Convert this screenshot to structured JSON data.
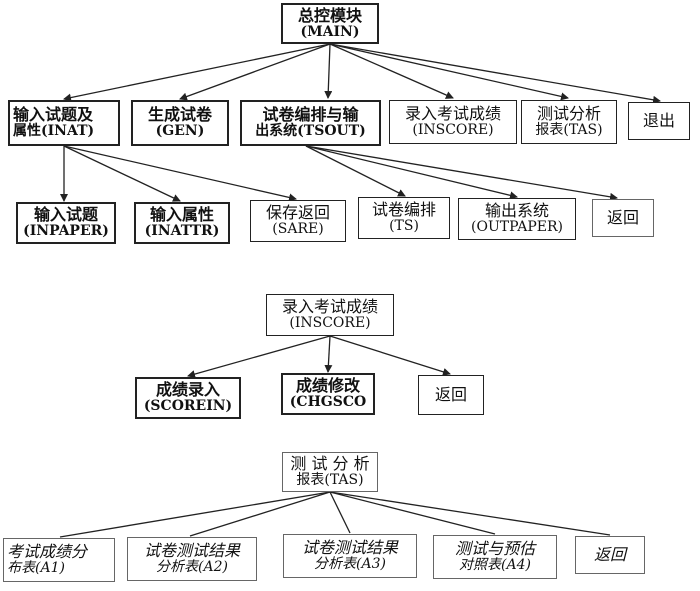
{
  "nodes": {
    "main": {
      "l1": "总控模块",
      "l2": "(MAIN)"
    },
    "inat": {
      "l1": "输入试题及",
      "l2": "属性(INAT)"
    },
    "gen": {
      "l1": "生成试卷",
      "l2": "(GEN)"
    },
    "tsout": {
      "l1": "试卷编排与输",
      "l2": "出系统(TSOUT)"
    },
    "inscore": {
      "l1": "录入考试成绩",
      "l2": "(INSCORE)"
    },
    "tas": {
      "l1": "测试分析",
      "l2": "报表(TAS)"
    },
    "exit": {
      "l1": "退出"
    },
    "inpaper": {
      "l1": "输入试题",
      "l2": "(INPAPER)"
    },
    "inattr": {
      "l1": "输入属性",
      "l2": "(INATTR)"
    },
    "sare": {
      "l1": "保存返回",
      "l2": "(SARE)"
    },
    "ts": {
      "l1": "试卷编排",
      "l2": "(TS)"
    },
    "outpaper": {
      "l1": "输出系统",
      "l2": "(OUTPAPER)"
    },
    "ret1": {
      "l1": "返回"
    },
    "inscore2": {
      "l1": "录入考试成绩",
      "l2": "(INSCORE)"
    },
    "scorein": {
      "l1": "成绩录入",
      "l2": "(SCOREIN)"
    },
    "chgsco": {
      "l1": "成绩修改",
      "l2": "(CHGSCO"
    },
    "ret2": {
      "l1": "返回"
    },
    "tas2": {
      "l1": "测 试 分 析",
      "l2": "报表(TAS)"
    },
    "a1": {
      "l1": "考试成绩分",
      "l2": "布表(A1)"
    },
    "a2": {
      "l1": "试卷测试结果",
      "l2": "分析表(A2)"
    },
    "a3": {
      "l1": "试卷测试结果",
      "l2": "分析表(A3)"
    },
    "a4": {
      "l1": "测试与预估",
      "l2": "对照表(A4)"
    },
    "ret3": {
      "l1": "返回"
    }
  }
}
